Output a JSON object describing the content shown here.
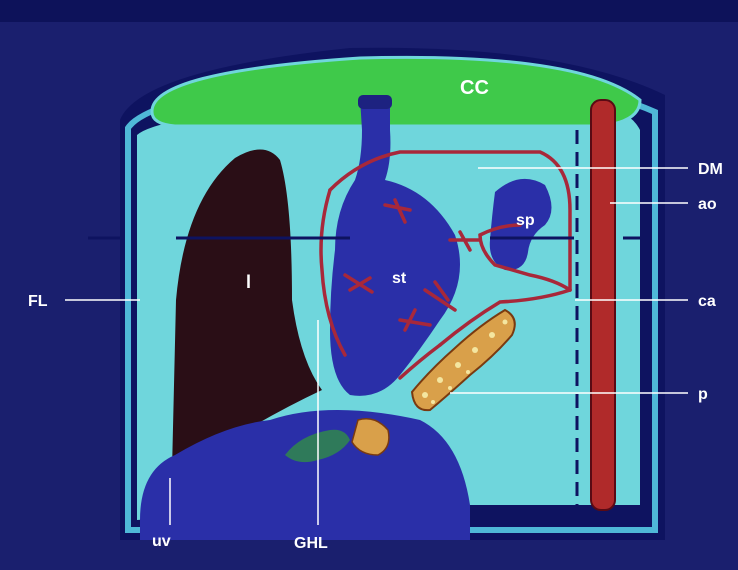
{
  "labels": {
    "cc": "CC",
    "dm": "DM",
    "ao": "ao",
    "sp": "sp",
    "l": "l",
    "st": "st",
    "fl": "FL",
    "ca": "ca",
    "p": "p",
    "uv": "uv",
    "ghl": "GHL"
  },
  "colors": {
    "background": "#1a1f6e",
    "cavity": "#6fd6dc",
    "organ_blue": "#2a2fa8",
    "liver": "#2a0e16",
    "coelom_cap": "#3fc94a",
    "aorta": "#b02a2a",
    "vessels": "#a8283a",
    "pancreas": "#d9a04a",
    "gallbladder": "#2f7a5a",
    "leader_line": "#ffffff"
  }
}
